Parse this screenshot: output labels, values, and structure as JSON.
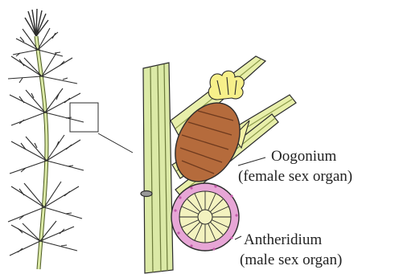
{
  "labels": {
    "oogonium": {
      "name": "Oogonium",
      "description": "(female sex organ)"
    },
    "antheridium": {
      "name": "Antheridium",
      "description": "(male sex organ)"
    }
  },
  "colors": {
    "stem_green": "#dbe9a6",
    "stem_line": "#6c7a3a",
    "oogonium_fill": "#b56b3c",
    "oogonium_dark": "#6e3a1e",
    "bract_yellow": "#f4f3a6",
    "antheridium_pink": "#e7a6d6",
    "antheridium_inner": "#f3f2bf",
    "outline": "#2b2b2b"
  }
}
